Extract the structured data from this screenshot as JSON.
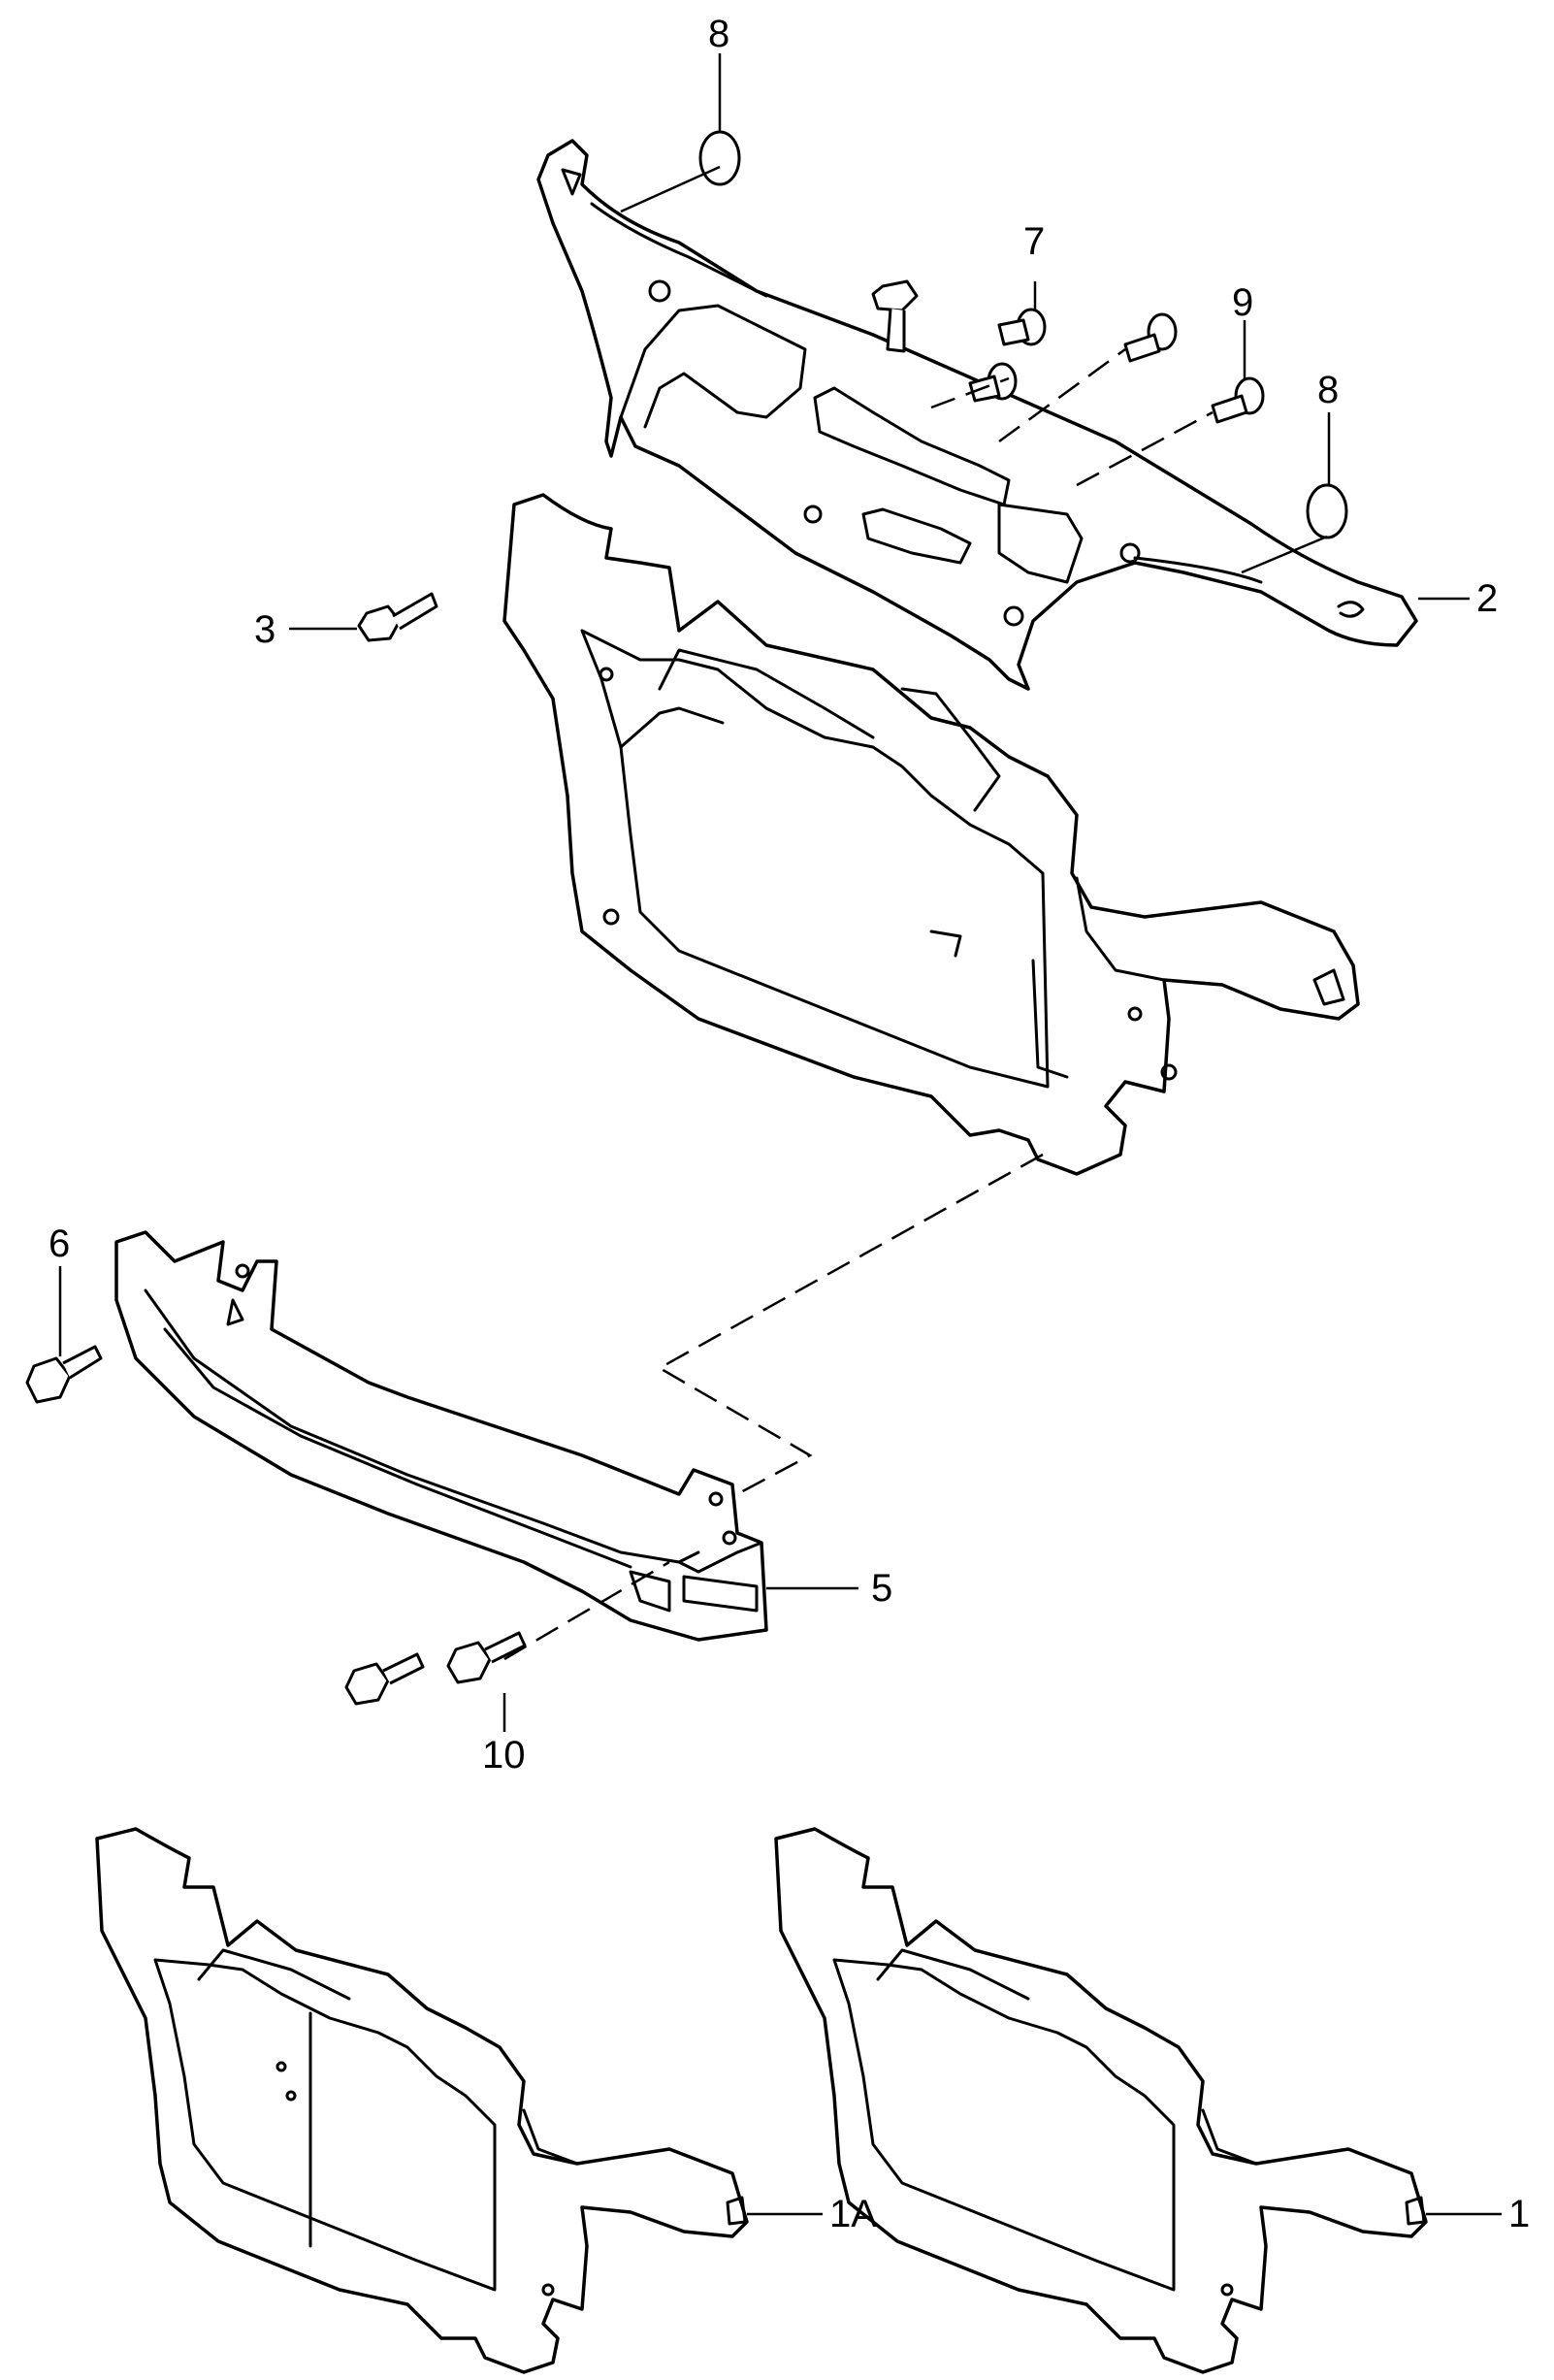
{
  "callouts": {
    "c1": "1",
    "c1a": "1A",
    "c2": "2",
    "c3": "3",
    "c5": "5",
    "c6": "6",
    "c7": "7",
    "c8a": "8",
    "c8b": "8",
    "c9": "9",
    "c10": "10"
  },
  "colors": {
    "line": "#000000",
    "background": "#ffffff"
  }
}
